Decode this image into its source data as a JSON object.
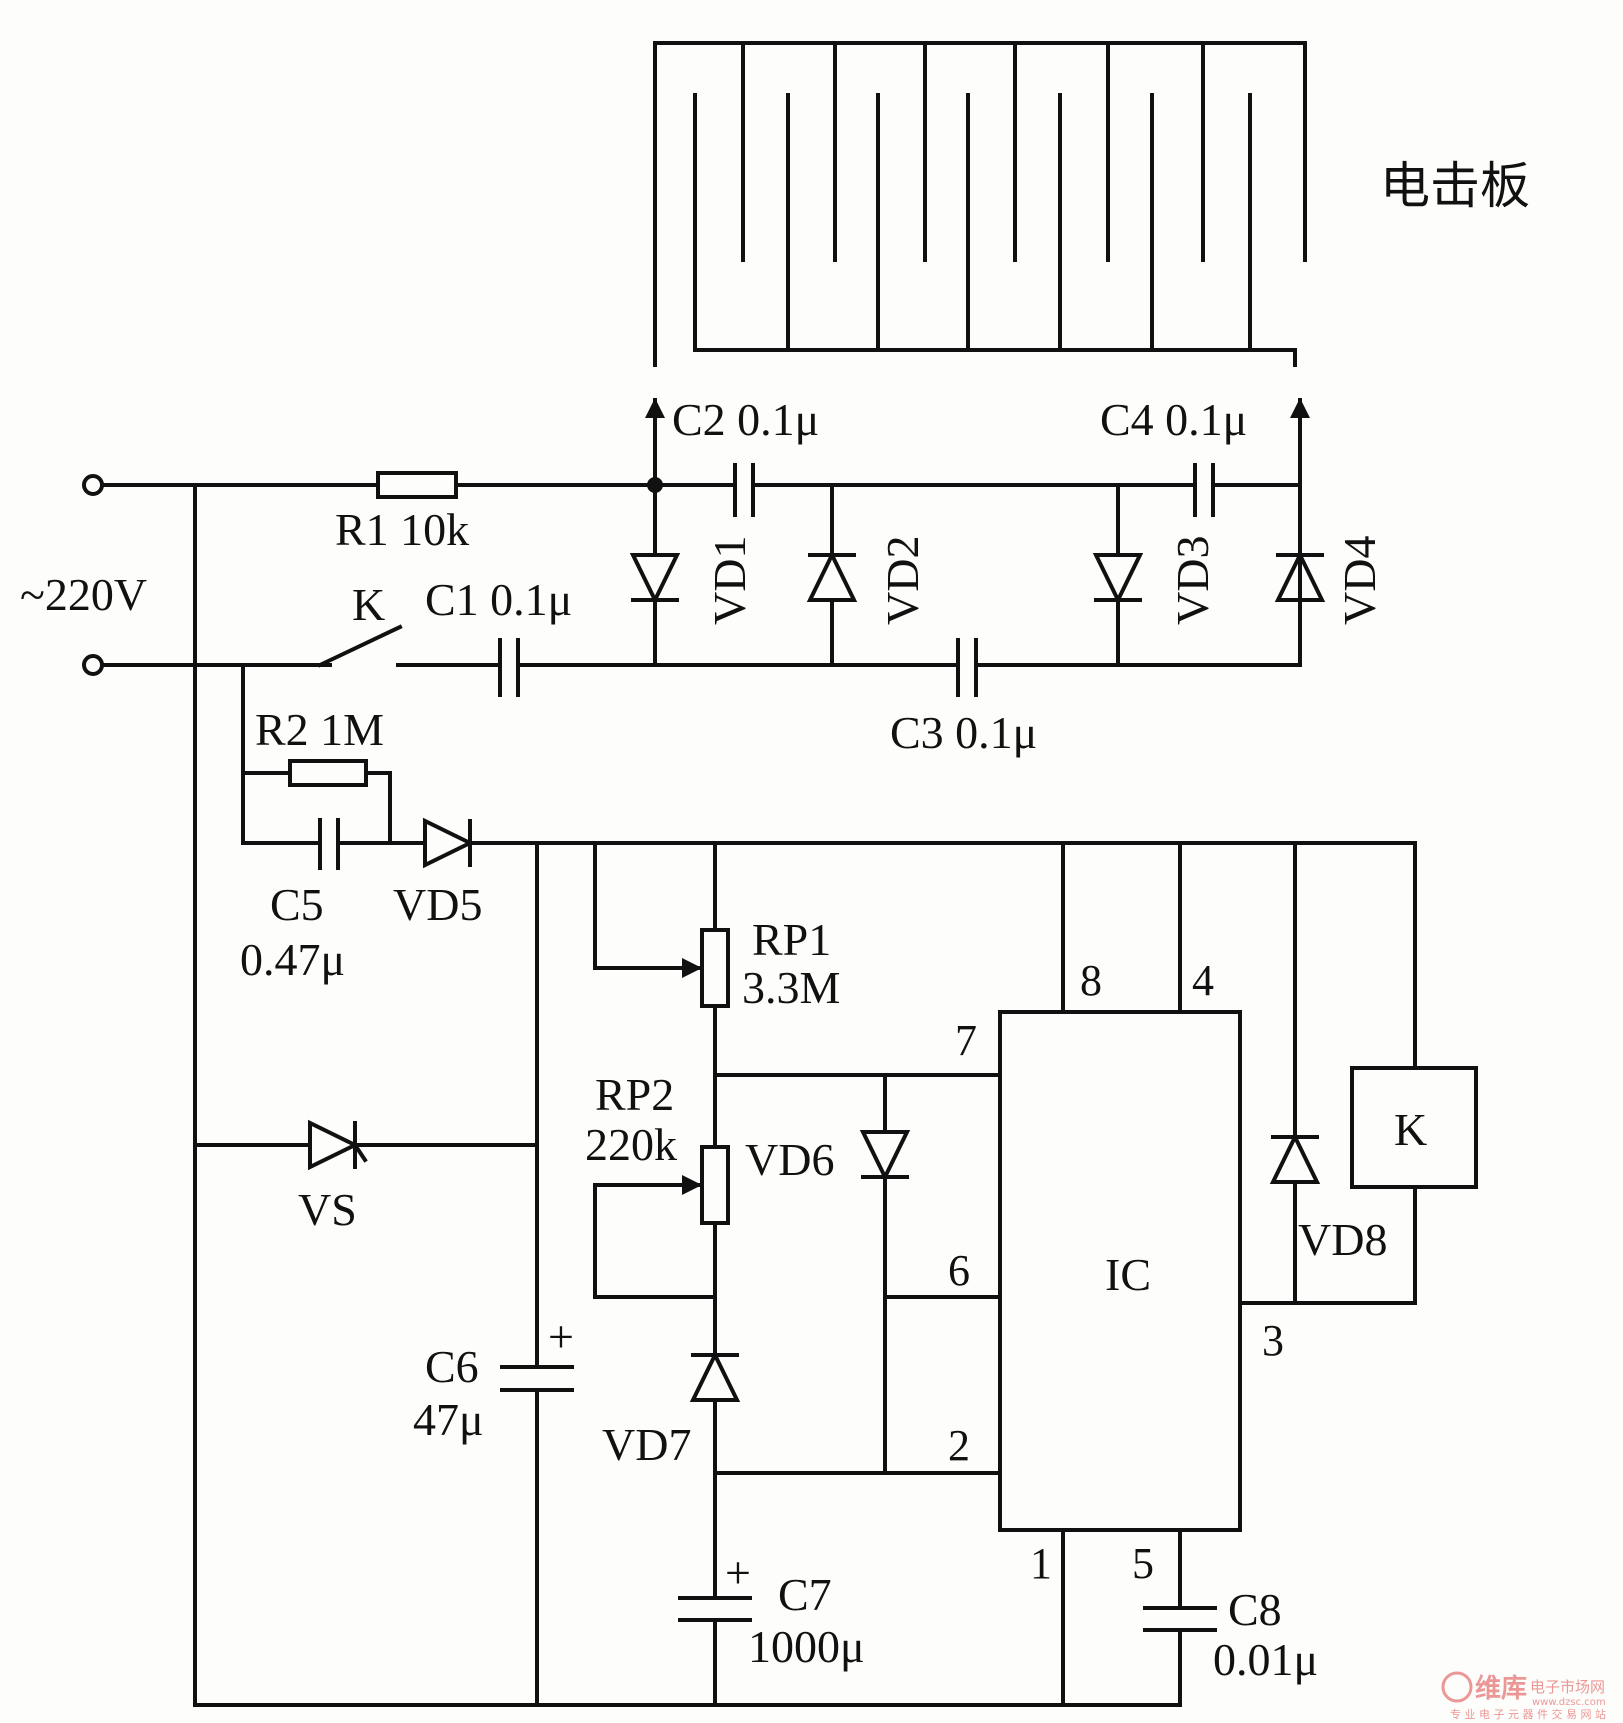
{
  "title_label": "电击板",
  "source_label": "~220V",
  "components": {
    "r1": "R1 10k",
    "k_switch": "K",
    "c1": "C1 0.1μ",
    "c2": "C2 0.1μ",
    "c3": "C3 0.1μ",
    "c4": "C4 0.1μ",
    "vd1": "VD1",
    "vd2": "VD2",
    "vd3": "VD3",
    "vd4": "VD4",
    "r2": "R2 1M",
    "c5_name": "C5",
    "c5_value": "0.47μ",
    "vd5": "VD5",
    "vs": "VS",
    "c6_name": "C6",
    "c6_value": "47μ",
    "rp1_name": "RP1",
    "rp1_value": "3.3M",
    "rp2_name": "RP2",
    "rp2_value": "220k",
    "vd6": "VD6",
    "vd7": "VD7",
    "c7_name": "C7",
    "c7_value": "1000μ",
    "c8_name": "C8",
    "c8_value": "0.01μ",
    "ic": "IC",
    "relay": "K",
    "vd8": "VD8",
    "plus": "+"
  },
  "ic_pins": [
    "8",
    "4",
    "7",
    "6",
    "2",
    "3",
    "1",
    "5"
  ],
  "watermark": {
    "brand": "维库",
    "brand_sub": "电子市场网",
    "url": "www.dzsc.com",
    "tagline": "专 业 电 子 元 器 件 交 易 网 站"
  }
}
